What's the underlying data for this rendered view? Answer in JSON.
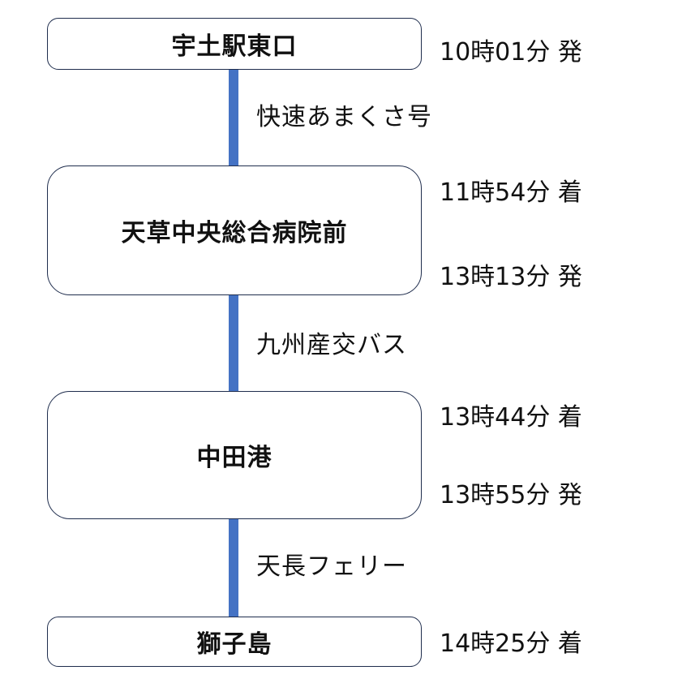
{
  "stations": [
    {
      "name": "宇土駅東口"
    },
    {
      "name": "天草中央総合病院前"
    },
    {
      "name": "中田港"
    },
    {
      "name": "獅子島"
    }
  ],
  "times": [
    "10時01分 発",
    "11時54分 着",
    "13時13分 発",
    "13時44分 着",
    "13時55分 発",
    "14時25分 着"
  ],
  "lines": [
    "快速あまくさ号",
    "九州産交バス",
    "天長フェリー"
  ],
  "colors": {
    "connector": "#4472c4",
    "box_border": "#1f2d4d"
  }
}
